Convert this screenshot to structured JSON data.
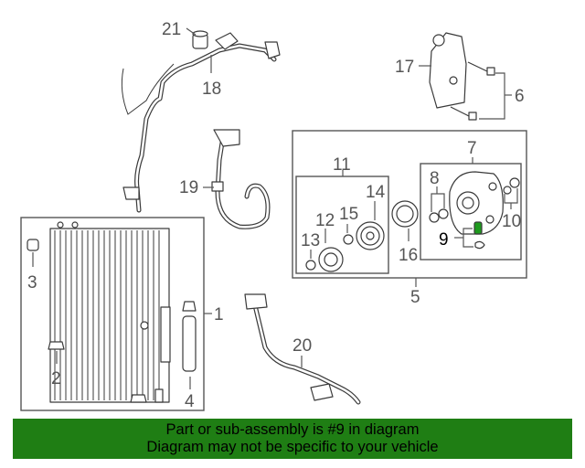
{
  "callouts": {
    "c1": "1",
    "c2": "2",
    "c3": "3",
    "c4": "4",
    "c5": "5",
    "c6": "6",
    "c7": "7",
    "c8": "8",
    "c9": "9",
    "c10": "10",
    "c11": "11",
    "c12": "12",
    "c13": "13",
    "c14": "14",
    "c15": "15",
    "c16": "16",
    "c17": "17",
    "c18": "18",
    "c19": "19",
    "c20": "20",
    "c21": "21"
  },
  "highlight_color": "#1e9a1e",
  "banner": {
    "line1": "Part or sub-assembly is #9 in diagram",
    "line2": "Diagram may not be specific to your vehicle",
    "background": "#1f7e14"
  }
}
